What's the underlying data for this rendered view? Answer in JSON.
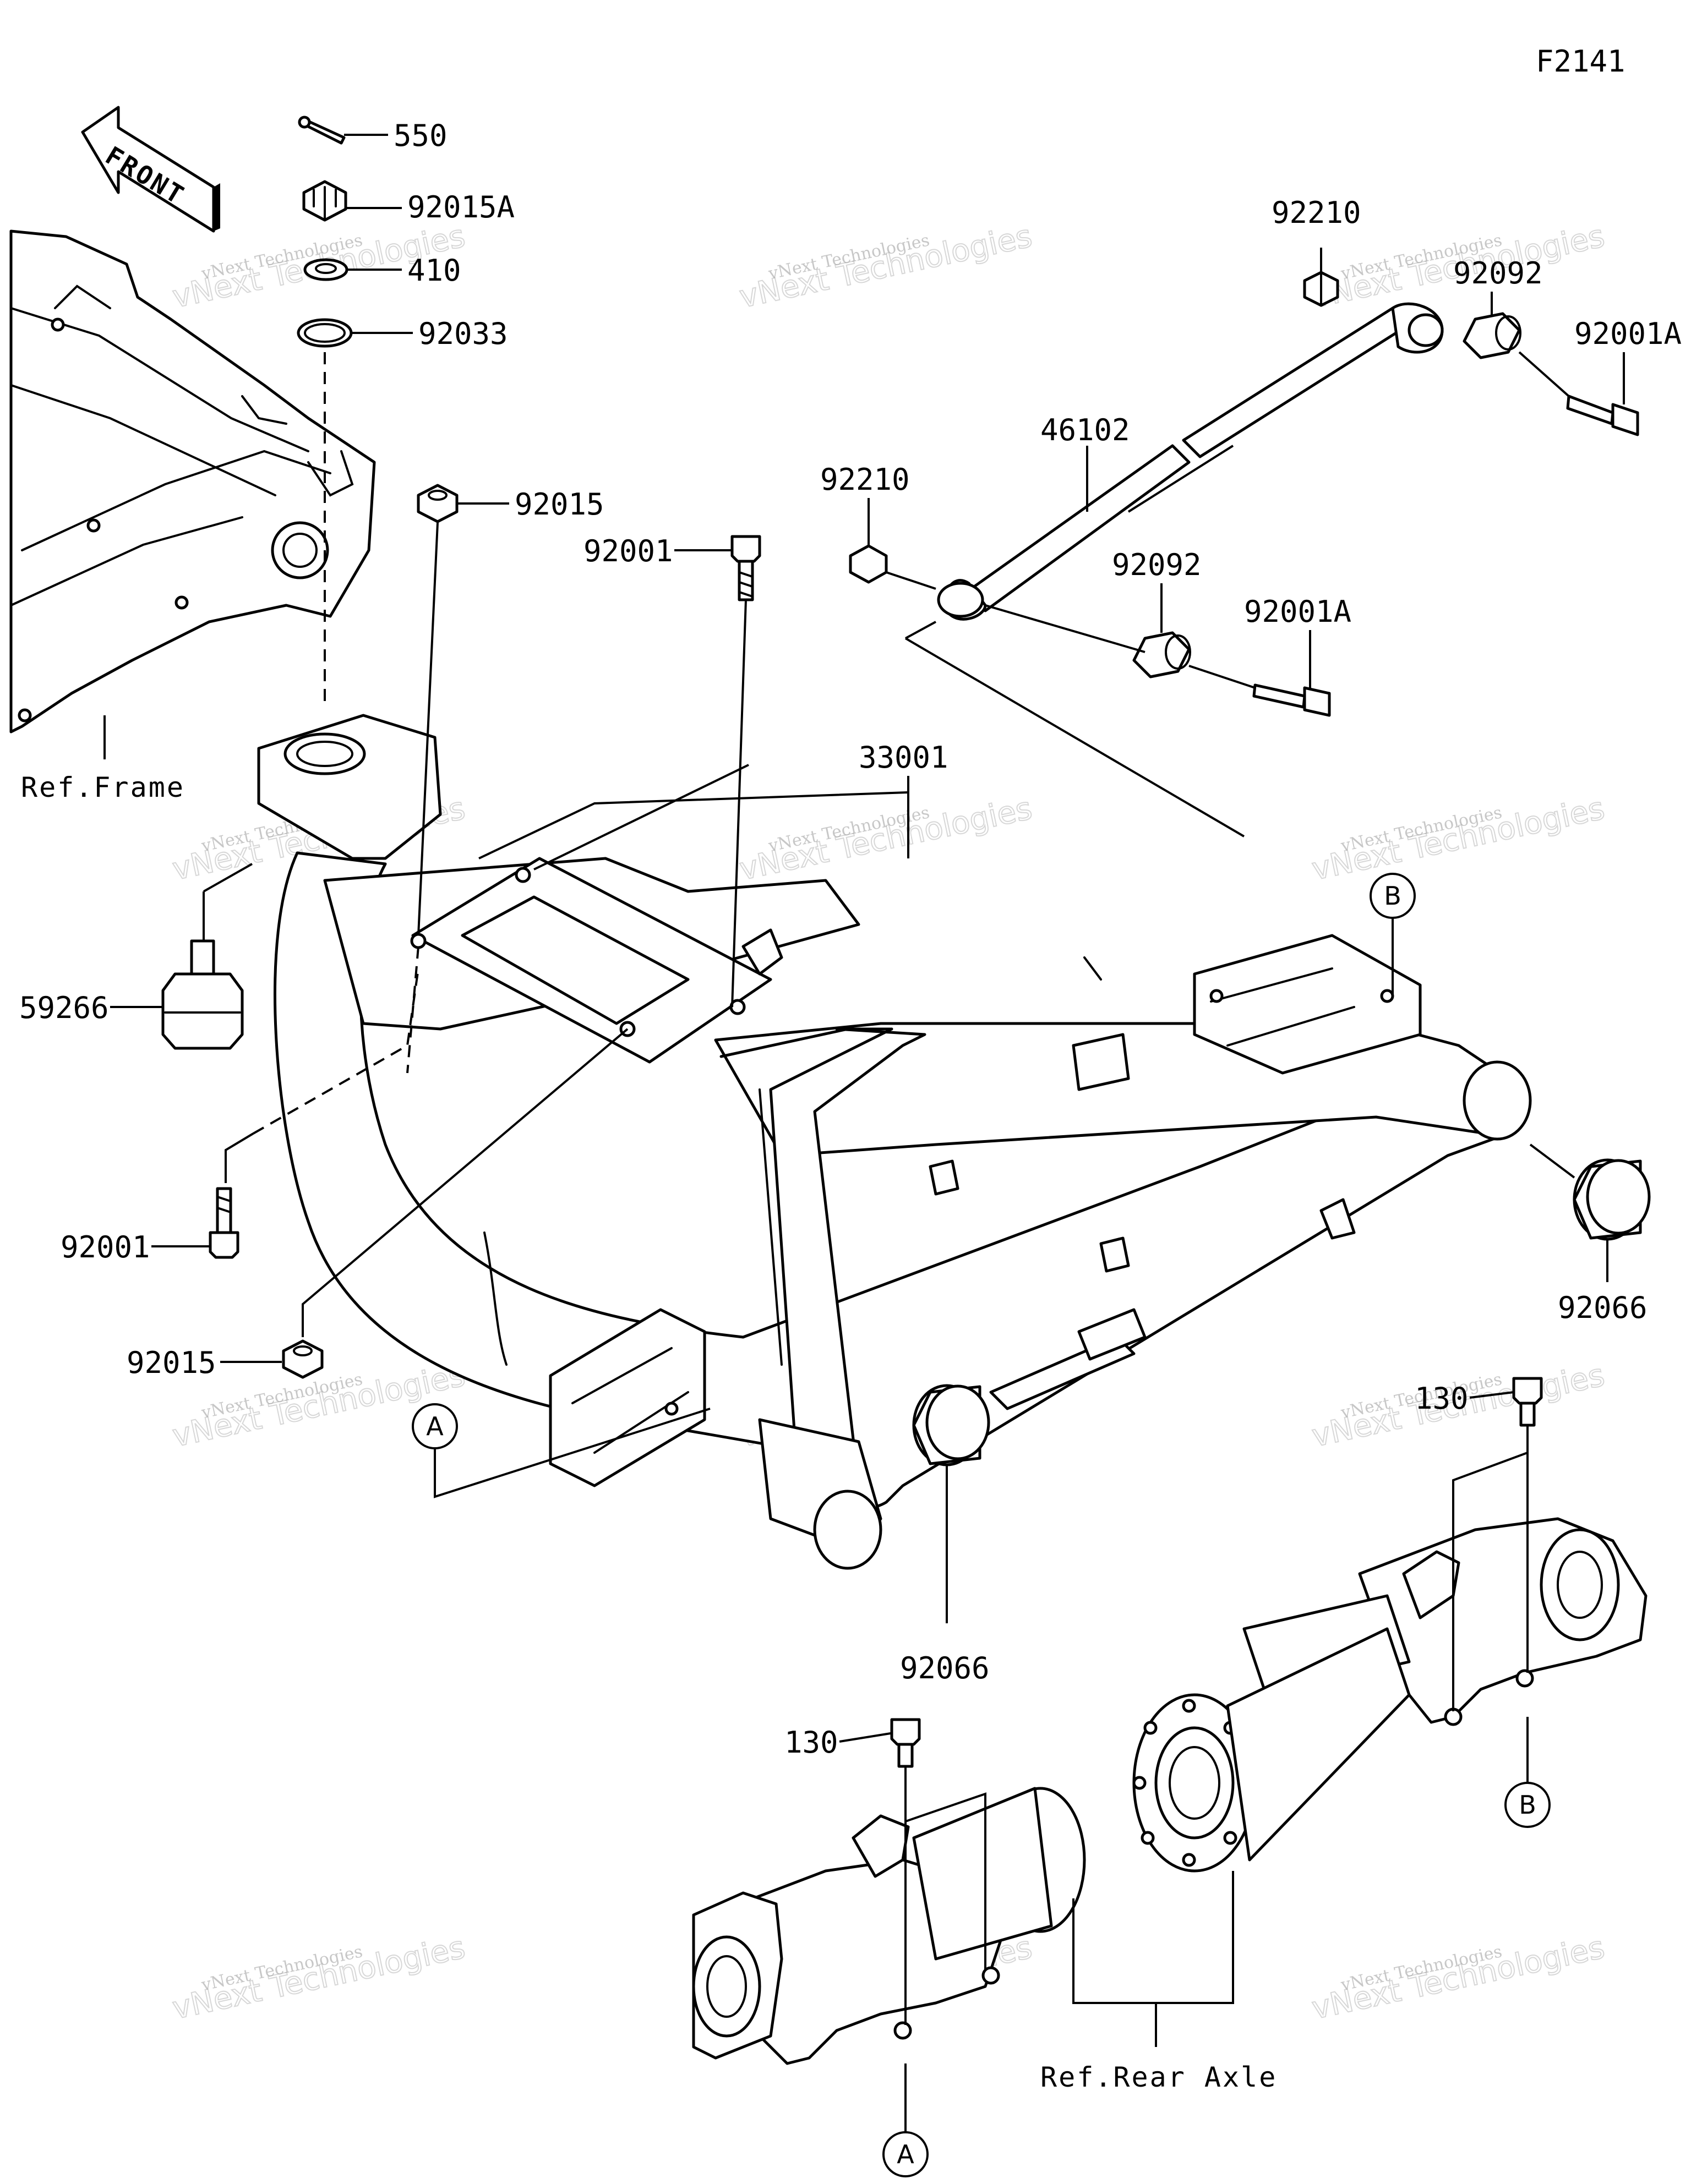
{
  "diagram_code": "F2141",
  "front_label": "FRONT",
  "references": {
    "frame": "Ref.Frame",
    "rear_axle": "Ref.Rear Axle"
  },
  "part_labels": [
    {
      "id": "p550",
      "text": "550"
    },
    {
      "id": "p92015A",
      "text": "92015A"
    },
    {
      "id": "p410",
      "text": "410"
    },
    {
      "id": "p92033",
      "text": "92033"
    },
    {
      "id": "p92015a",
      "text": "92015"
    },
    {
      "id": "p92001a",
      "text": "92001"
    },
    {
      "id": "p59266",
      "text": "59266"
    },
    {
      "id": "p92001b",
      "text": "92001"
    },
    {
      "id": "p92015b",
      "text": "92015"
    },
    {
      "id": "p33001",
      "text": "33001"
    },
    {
      "id": "p92210a",
      "text": "92210"
    },
    {
      "id": "p92092a",
      "text": "92092"
    },
    {
      "id": "p92001Aa",
      "text": "92001A"
    },
    {
      "id": "p46102",
      "text": "46102"
    },
    {
      "id": "p92210b",
      "text": "92210"
    },
    {
      "id": "p92092b",
      "text": "92092"
    },
    {
      "id": "p92001Ab",
      "text": "92001A"
    },
    {
      "id": "p92066a",
      "text": "92066"
    },
    {
      "id": "p92066b",
      "text": "92066"
    },
    {
      "id": "p130a",
      "text": "130"
    },
    {
      "id": "p130b",
      "text": "130"
    }
  ],
  "callouts": {
    "a_top": "A",
    "a_bottom": "A",
    "b_top": "B",
    "b_bottom": "B"
  },
  "watermark": {
    "line1": "vNext Technologies",
    "line2": "vNext Technologies"
  }
}
